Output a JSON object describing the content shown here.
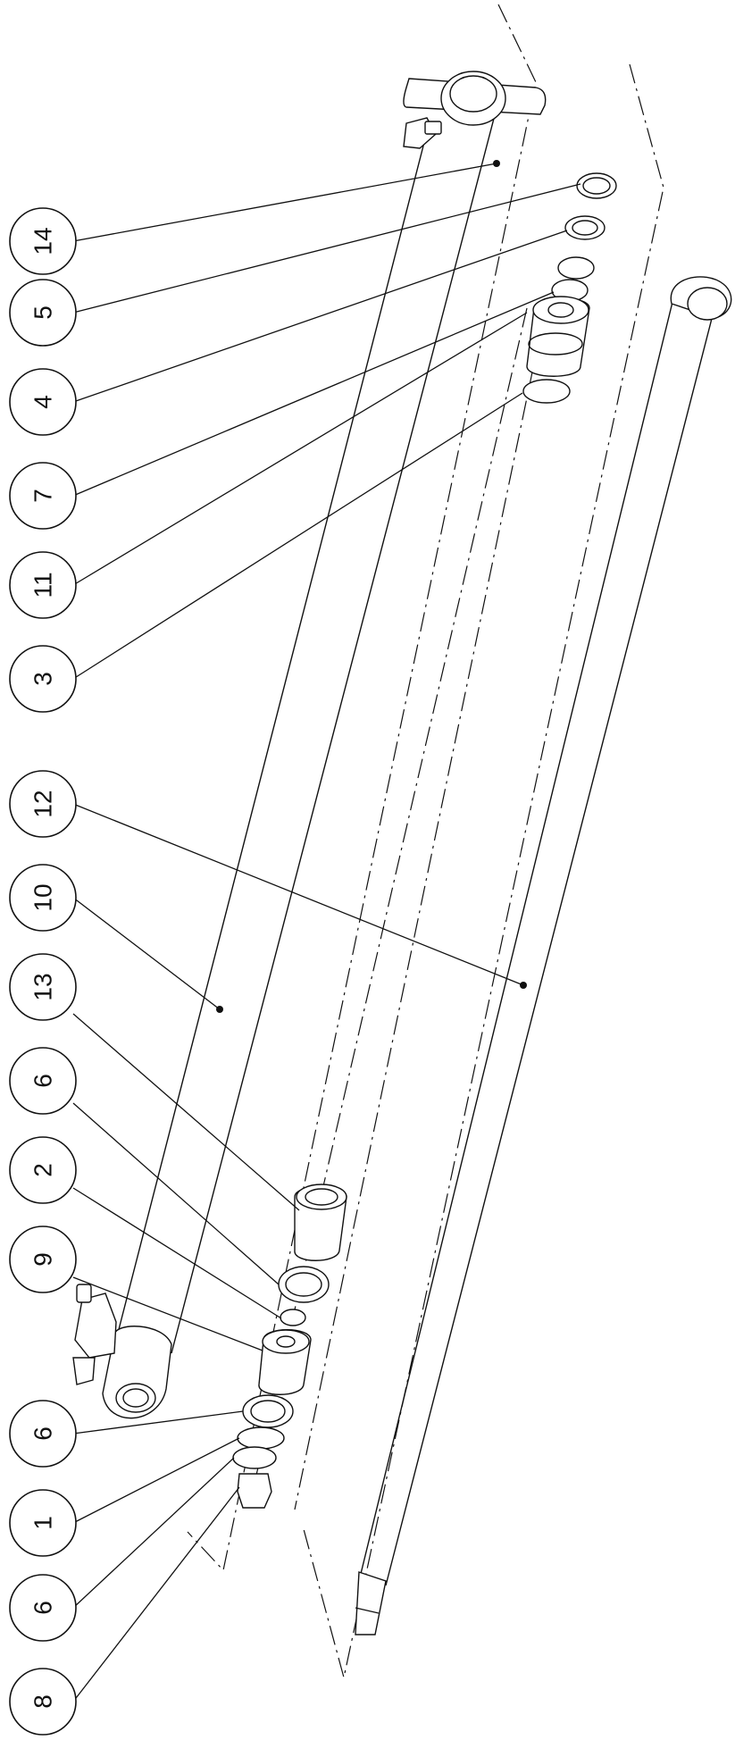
{
  "diagram": {
    "type": "exploded-assembly-drawing",
    "callouts": [
      {
        "label": "14",
        "part": "mounting-bracket"
      },
      {
        "label": "5",
        "part": "seal-ring"
      },
      {
        "label": "4",
        "part": "wear-ring"
      },
      {
        "label": "7",
        "part": "rod-seal"
      },
      {
        "label": "11",
        "part": "piston-head"
      },
      {
        "label": "3",
        "part": "o-ring"
      },
      {
        "label": "12",
        "part": "piston-rod"
      },
      {
        "label": "10",
        "part": "cylinder-barrel"
      },
      {
        "label": "13",
        "part": "gland"
      },
      {
        "label": "6",
        "part": "guide-ring"
      },
      {
        "label": "2",
        "part": "small-o-ring"
      },
      {
        "label": "9",
        "part": "piston"
      },
      {
        "label": "6",
        "part": "guide-ring"
      },
      {
        "label": "1",
        "part": "seal"
      },
      {
        "label": "6",
        "part": "guide-ring"
      },
      {
        "label": "8",
        "part": "lock-nut"
      }
    ]
  }
}
